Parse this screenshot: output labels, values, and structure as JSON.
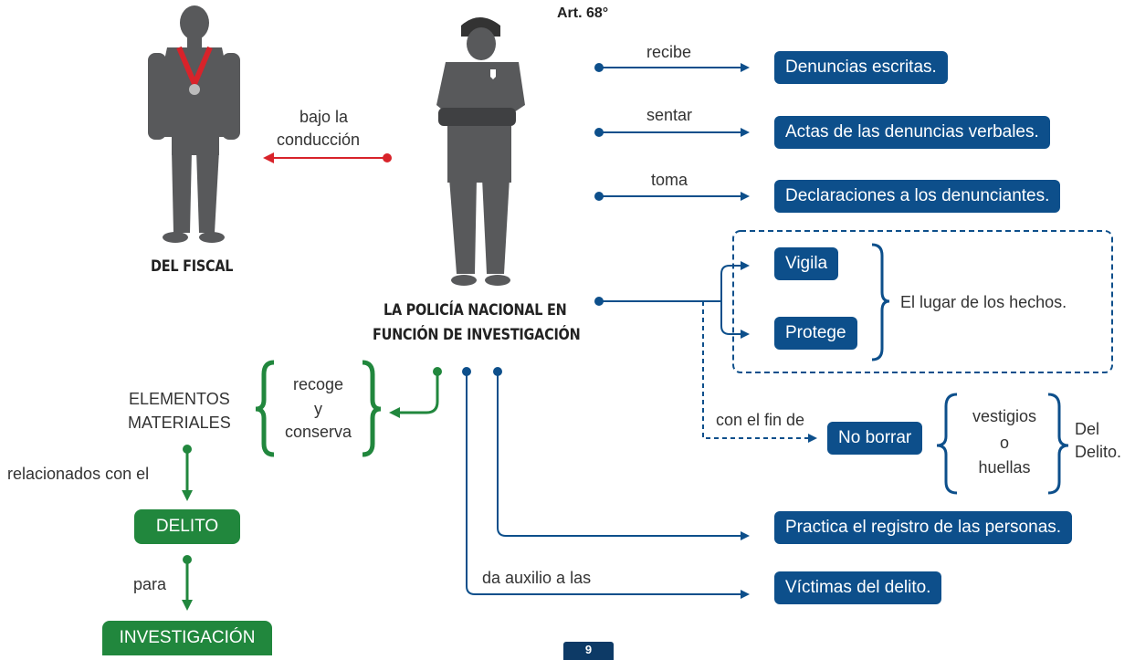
{
  "article": "Art. 68°",
  "fiscal_label": "DEL FISCAL",
  "police_label_line1": "LA POLICÍA NACIONAL EN",
  "police_label_line2": "FUNCIÓN DE INVESTIGACIÓN",
  "bajo_line1": "bajo la",
  "bajo_line2": "conducción",
  "actions": {
    "recibe": "recibe",
    "sentar": "sentar",
    "toma": "toma",
    "con_fin": "con el fin de",
    "auxilio": "da auxilio a las"
  },
  "boxes": {
    "denuncias": "Denuncias escritas.",
    "actas": "Actas de las denuncias verbales.",
    "declaraciones": "Declaraciones a los denunciantes.",
    "vigila": "Vigila",
    "protege": "Protege",
    "lugar": "El lugar de los hechos.",
    "no_borrar": "No borrar",
    "vestigios": "vestigios",
    "o": "o",
    "huellas": "huellas",
    "del": "Del",
    "delito_end": "Delito.",
    "registro": "Practica el registro de las personas.",
    "victimas": "Víctimas del delito."
  },
  "left": {
    "elementos": "ELEMENTOS",
    "materiales": "MATERIALES",
    "recoge": "recoge",
    "y": "y",
    "conserva": "conserva",
    "relacionados": "relacionados con el",
    "delito": "DELITO",
    "para": "para",
    "investigacion": "INVESTIGACIÓN"
  },
  "page_number": "9",
  "colors": {
    "blue": "#0d4f8b",
    "green": "#21873d",
    "red": "#d8232a",
    "silhouette": "#58595b"
  }
}
